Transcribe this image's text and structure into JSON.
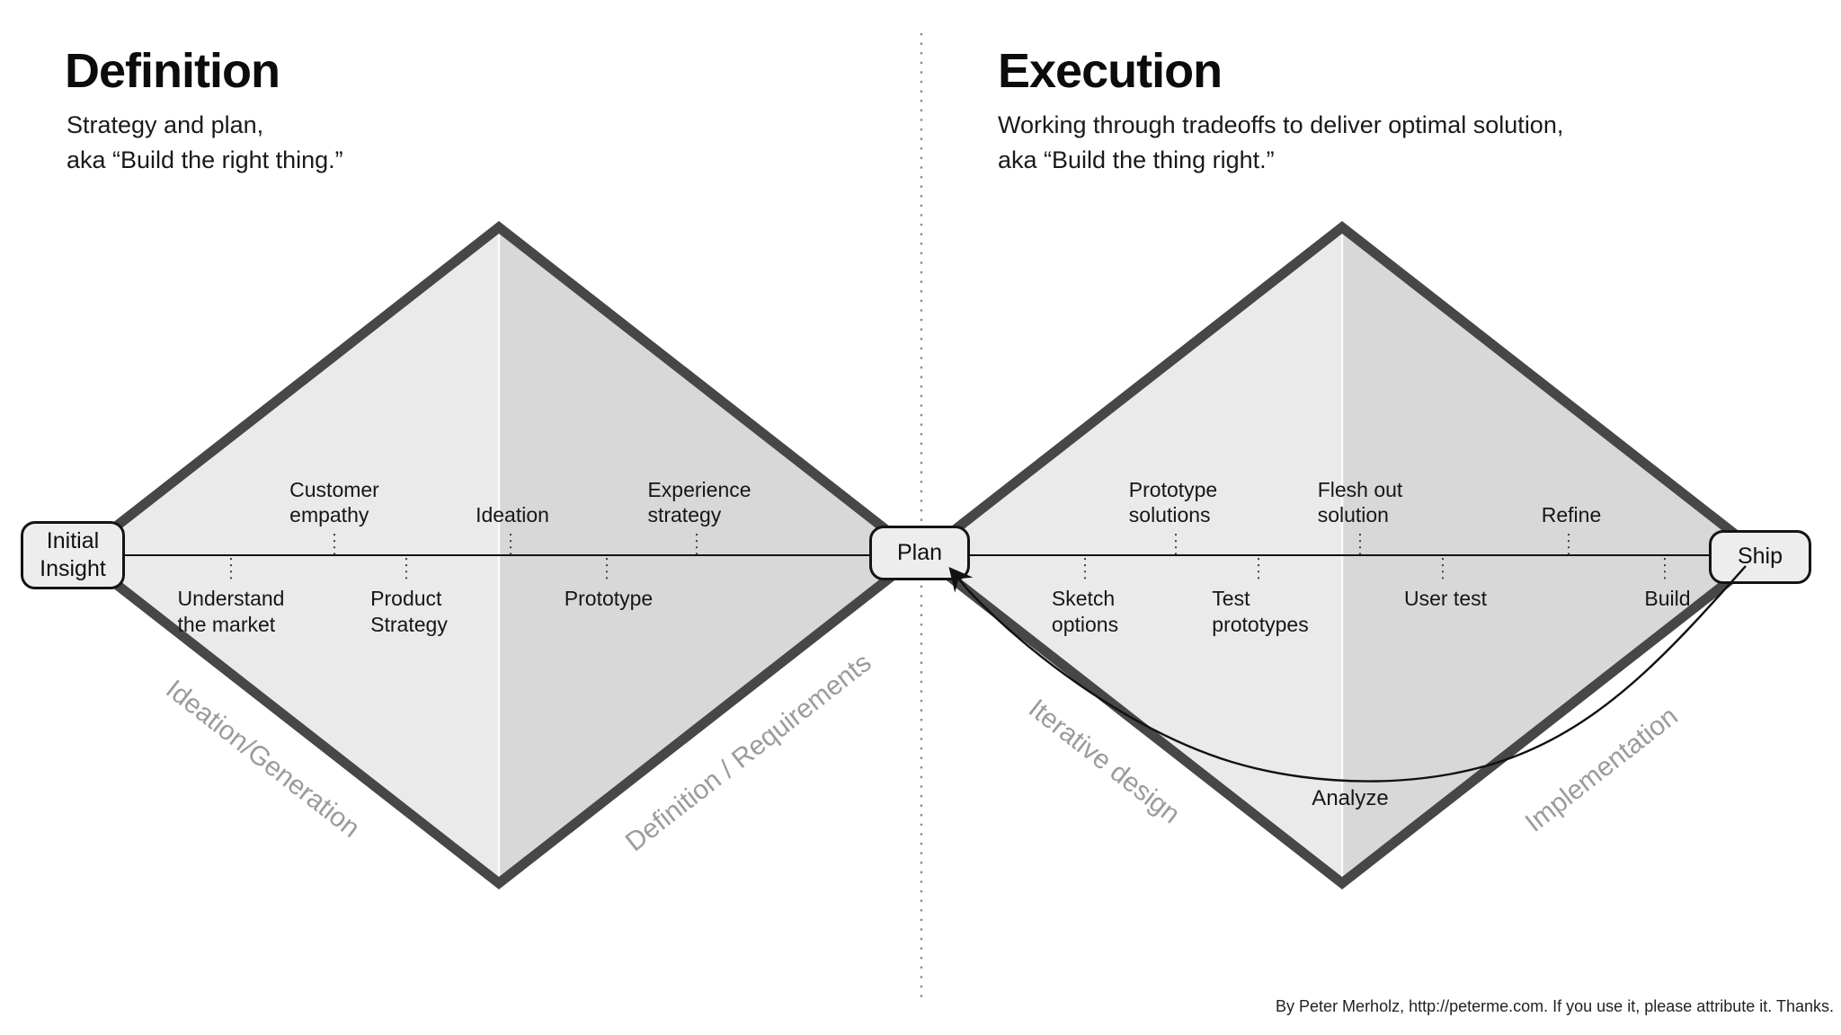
{
  "header_left": {
    "title": "Definition",
    "subtitle": "Strategy and plan,\naka “Build the right thing.”"
  },
  "header_right": {
    "title": "Execution",
    "subtitle": "Working through tradeoffs to deliver optimal solution,\naka “Build the thing right.”"
  },
  "nodes": {
    "start": "Initial\nInsight",
    "middle": "Plan",
    "end": "Ship"
  },
  "left_diamond": {
    "above": [
      {
        "label": "Customer\nempathy"
      },
      {
        "label": "Ideation"
      },
      {
        "label": "Experience\nstrategy"
      }
    ],
    "below": [
      {
        "label": "Understand\nthe market"
      },
      {
        "label": "Product\nStrategy"
      },
      {
        "label": "Prototype"
      }
    ],
    "phase_left": "Ideation/Generation",
    "phase_right": "Definition / Requirements"
  },
  "right_diamond": {
    "above": [
      {
        "label": "Prototype\nsolutions"
      },
      {
        "label": "Flesh out\nsolution"
      },
      {
        "label": "Refine"
      }
    ],
    "below": [
      {
        "label": "Sketch\noptions"
      },
      {
        "label": "Test\nprototypes"
      },
      {
        "label": "User test"
      },
      {
        "label": "Build"
      }
    ],
    "phase_left": "Iterative design",
    "phase_right": "Implementation",
    "loop_label": "Analyze"
  },
  "attribution": "By Peter Merholz, http://peterme.com. If you use it, please attribute it. Thanks.",
  "colors": {
    "diamond-border": "#474747",
    "diamond-light": "#eaeaea",
    "diamond-dark": "#d8d8d8",
    "phase-text": "#9b9b9b",
    "line": "#111111",
    "node-fill": "#ededed"
  }
}
